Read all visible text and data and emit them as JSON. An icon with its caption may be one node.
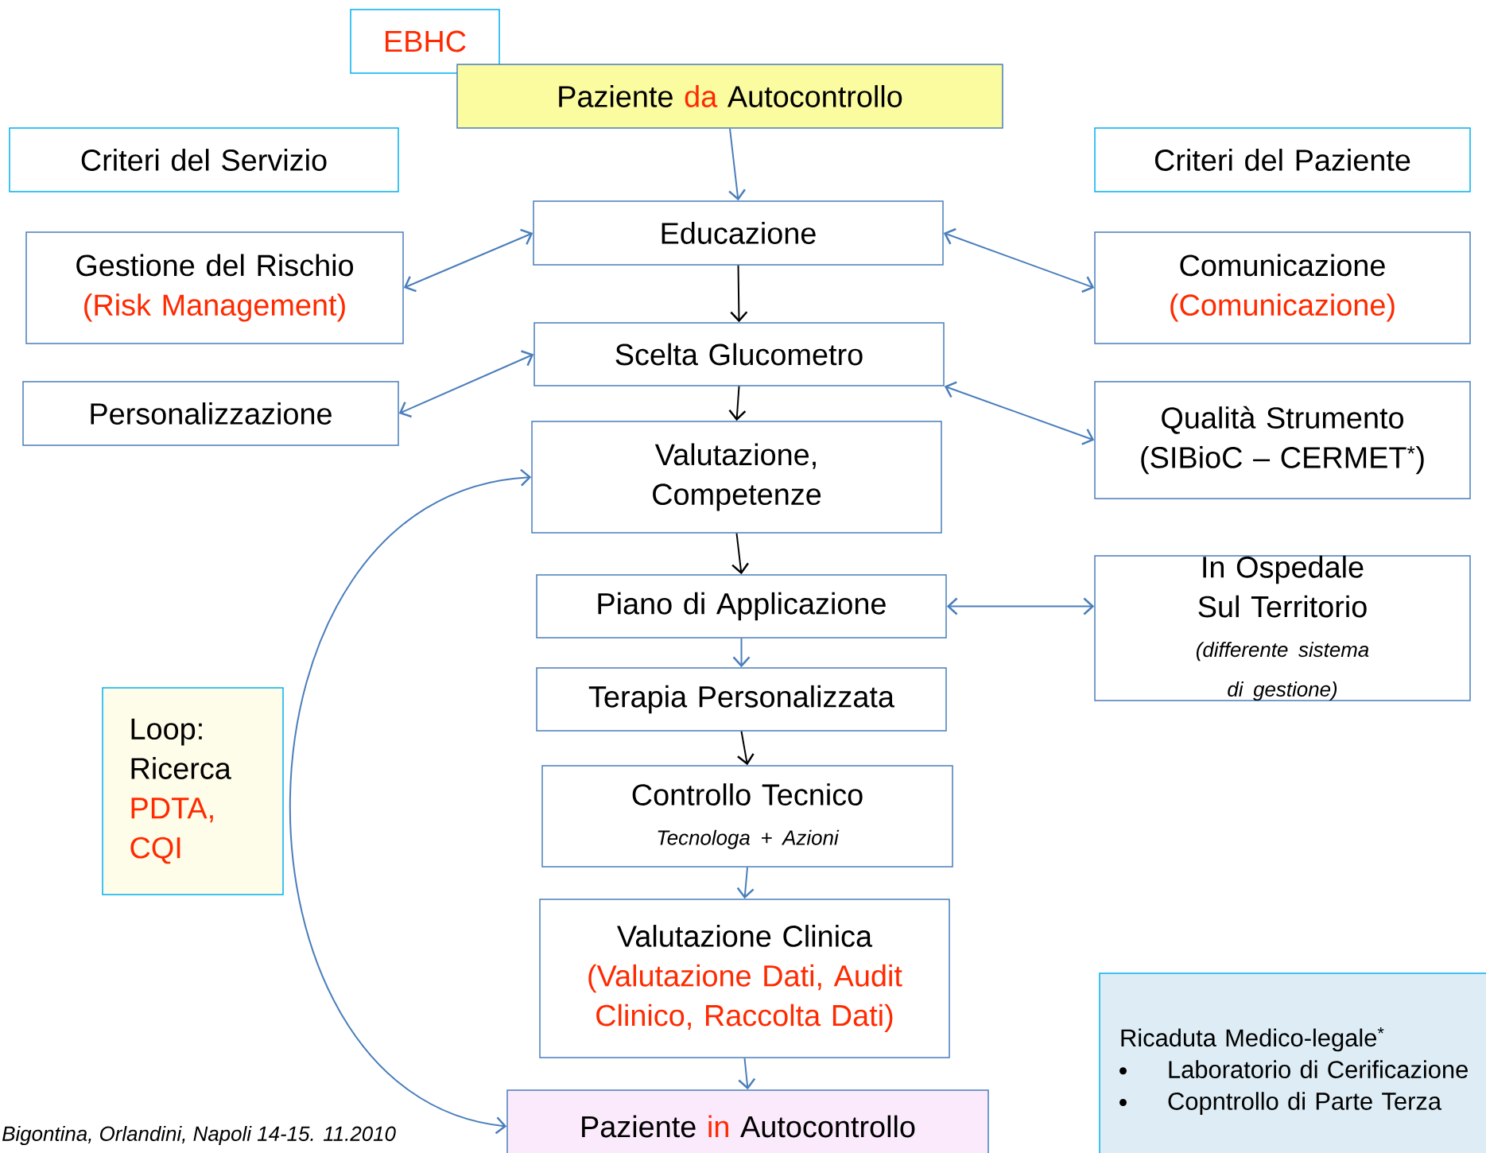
{
  "diagram": {
    "nodes": [
      {
        "text": [
          "EBHC"
        ]
      },
      {
        "text": [
          "Paziente",
          "da",
          "Autocontrollo"
        ]
      },
      {
        "text": [
          "Criteri del Servizio"
        ]
      },
      {
        "text": [
          "Criteri del Paziente"
        ]
      },
      {
        "text": [
          "Educazione"
        ]
      },
      {
        "text": [
          "Gestione del Rischio",
          "(Risk Management)"
        ]
      },
      {
        "text": [
          "Comunicazione",
          "(Comunicazione)"
        ]
      },
      {
        "text": [
          "Scelta Glucometro"
        ]
      },
      {
        "text": [
          "Personalizzazione"
        ]
      },
      {
        "text": [
          "Qualità Strumento",
          "(SIBioC – CERMET$^{*}$)"
        ]
      },
      {
        "text": [
          "Valutazione, Competenze"
        ]
      },
      {
        "text": [
          "Piano di Applicazione"
        ]
      },
      {
        "text": [
          "In Ospedale Sul Territorio",
          "(differente sistema di gestione)"
        ]
      },
      {
        "text": [
          "Terapia Personalizzata"
        ]
      },
      {
        "text": [
          "Loop: Ricerca",
          "PDTA, CQI"
        ]
      },
      {
        "text": [
          "Controllo Tecnico",
          "Tecnologa + Azioni"
        ]
      },
      {
        "text": [
          "Valutazione Clinica",
          "(Valutazione Dati, Audit Clinico, Raccolta Dati)"
        ]
      },
      {
        "text": [
          "Paziente",
          "in",
          "Autocontrollo"
        ]
      },
      {
        "text": [
          "Ricaduta  Medico-legale$^{*}$",
          "Laboratorio di Cerificazione",
          "Copntrollo di Parte Terza"
        ]
      }
    ],
    "edges": [
      {
        "from": 1,
        "to": 4,
        "arrow": "to"
      },
      {
        "from": 4,
        "to": 5,
        "arrow": "both"
      },
      {
        "from": 4,
        "to": 6,
        "arrow": "both"
      },
      {
        "from": 4,
        "to": 7,
        "arrow": "to",
        "color": "#000000"
      },
      {
        "from": 7,
        "to": 8,
        "arrow": "both"
      },
      {
        "from": 7,
        "to": 9,
        "arrow": "both"
      },
      {
        "from": 7,
        "to": 10,
        "arrow": "to",
        "color": "#000000"
      },
      {
        "from": 10,
        "to": 11,
        "arrow": "to",
        "color": "#000000"
      },
      {
        "from": 11,
        "to": 12,
        "arrow": "both"
      },
      {
        "from": 11,
        "to": 13,
        "arrow": "to"
      },
      {
        "from": 13,
        "to": 15,
        "arrow": "to",
        "color": "#000000"
      },
      {
        "from": 15,
        "to": 16,
        "arrow": "to"
      },
      {
        "from": 16,
        "to": 17,
        "arrow": "to"
      },
      {
        "from": 10,
        "to": 17,
        "arrow": "both"
      }
    ],
    "labels": [
      "Bigontina, Orlandini, Napoli 14-15. 11.2010"
    ]
  }
}
